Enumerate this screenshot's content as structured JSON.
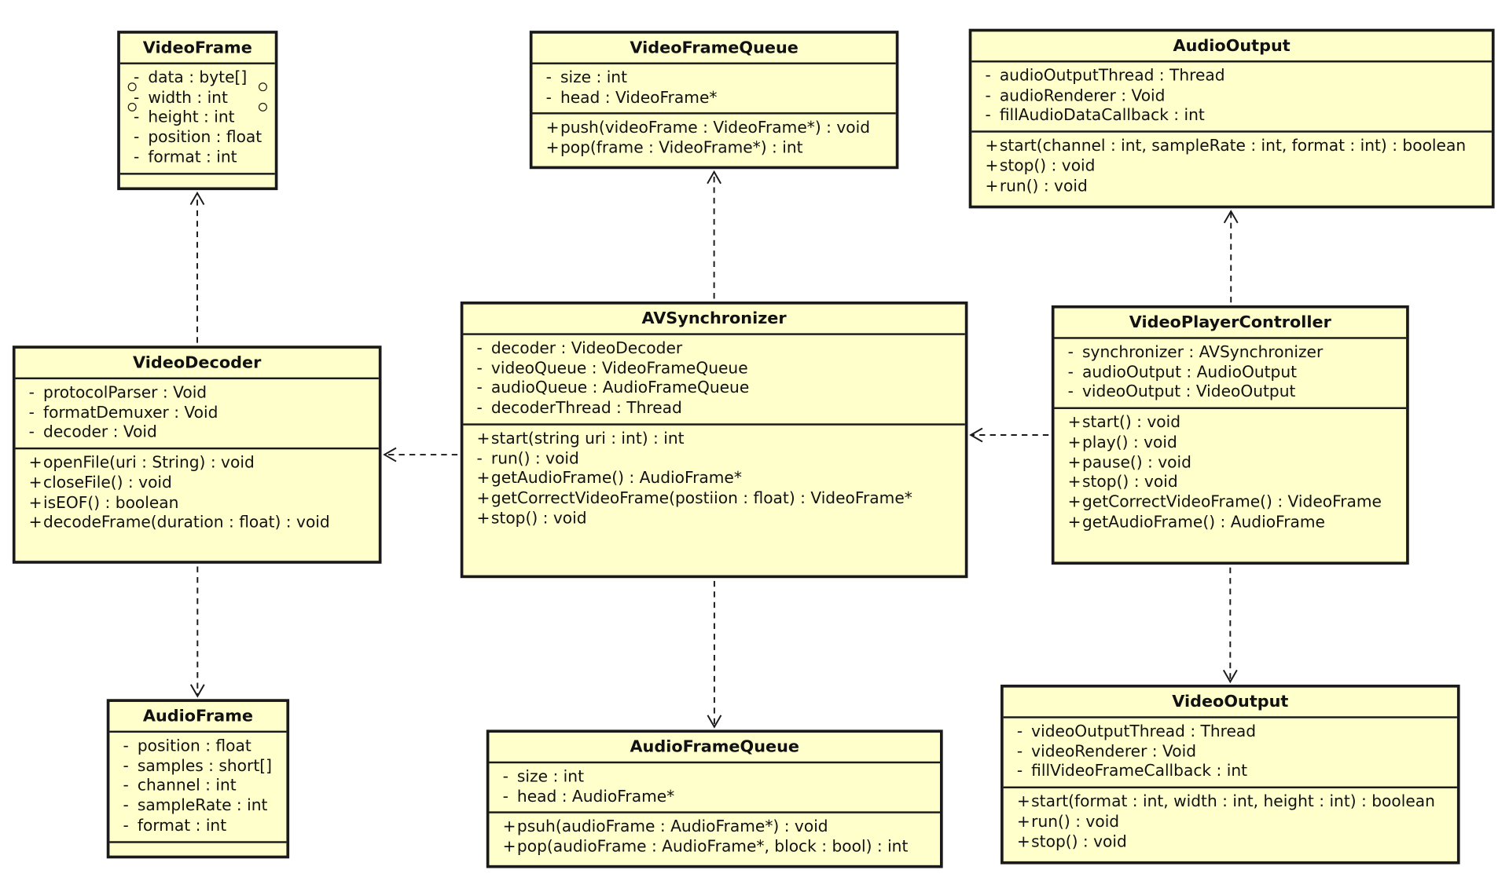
{
  "classes": {
    "video_frame": {
      "name": "VideoFrame",
      "attributes": [
        {
          "vis": "-",
          "text": "data : byte[]"
        },
        {
          "vis": "-",
          "text": "width : int"
        },
        {
          "vis": "-",
          "text": "height : int"
        },
        {
          "vis": "-",
          "text": "position : float"
        },
        {
          "vis": "-",
          "text": "format : int"
        }
      ],
      "operations": []
    },
    "video_frame_queue": {
      "name": "VideoFrameQueue",
      "attributes": [
        {
          "vis": "-",
          "text": "size : int"
        },
        {
          "vis": "-",
          "text": "head : VideoFrame*"
        }
      ],
      "operations": [
        {
          "vis": "+",
          "text": "push(videoFrame : VideoFrame*) : void"
        },
        {
          "vis": "+",
          "text": "pop(frame : VideoFrame*) : int"
        }
      ]
    },
    "audio_output": {
      "name": "AudioOutput",
      "attributes": [
        {
          "vis": "-",
          "text": "audioOutputThread : Thread"
        },
        {
          "vis": "-",
          "text": "audioRenderer : Void"
        },
        {
          "vis": "-",
          "text": "fillAudioDataCallback : int"
        }
      ],
      "operations": [
        {
          "vis": "+",
          "text": "start(channel : int, sampleRate : int, format : int) : boolean"
        },
        {
          "vis": "+",
          "text": "stop() : void"
        },
        {
          "vis": "+",
          "text": "run() : void"
        }
      ]
    },
    "video_decoder": {
      "name": "VideoDecoder",
      "attributes": [
        {
          "vis": "-",
          "text": "protocolParser : Void"
        },
        {
          "vis": "-",
          "text": "formatDemuxer : Void"
        },
        {
          "vis": "-",
          "text": "decoder : Void"
        }
      ],
      "operations": [
        {
          "vis": "+",
          "text": "openFile(uri : String) : void"
        },
        {
          "vis": "+",
          "text": "closeFile() : void"
        },
        {
          "vis": "+",
          "text": "isEOF() : boolean"
        },
        {
          "vis": "+",
          "text": "decodeFrame(duration : float) : void"
        }
      ]
    },
    "av_synchronizer": {
      "name": "AVSynchronizer",
      "attributes": [
        {
          "vis": "-",
          "text": "decoder : VideoDecoder"
        },
        {
          "vis": "-",
          "text": "videoQueue : VideoFrameQueue"
        },
        {
          "vis": "-",
          "text": "audioQueue : AudioFrameQueue"
        },
        {
          "vis": "-",
          "text": "decoderThread : Thread"
        }
      ],
      "operations": [
        {
          "vis": "+",
          "text": "start(string uri : int) : int"
        },
        {
          "vis": "-",
          "text": "run() : void"
        },
        {
          "vis": "+",
          "text": "getAudioFrame() : AudioFrame*"
        },
        {
          "vis": "+",
          "text": "getCorrectVideoFrame(postiion : float) : VideoFrame*"
        },
        {
          "vis": "+",
          "text": "stop() : void"
        }
      ]
    },
    "video_player_controller": {
      "name": "VideoPlayerController",
      "attributes": [
        {
          "vis": "-",
          "text": "synchronizer : AVSynchronizer"
        },
        {
          "vis": "-",
          "text": "audioOutput : AudioOutput"
        },
        {
          "vis": "-",
          "text": "videoOutput : VideoOutput"
        }
      ],
      "operations": [
        {
          "vis": "+",
          "text": "start() : void"
        },
        {
          "vis": "+",
          "text": "play() : void"
        },
        {
          "vis": "+",
          "text": "pause() : void"
        },
        {
          "vis": "+",
          "text": "stop() : void"
        },
        {
          "vis": "+",
          "text": "getCorrectVideoFrame() : VideoFrame"
        },
        {
          "vis": "+",
          "text": "getAudioFrame() : AudioFrame"
        }
      ]
    },
    "audio_frame": {
      "name": "AudioFrame",
      "attributes": [
        {
          "vis": "-",
          "text": "position : float"
        },
        {
          "vis": "-",
          "text": "samples : short[]"
        },
        {
          "vis": "-",
          "text": "channel : int"
        },
        {
          "vis": "-",
          "text": "sampleRate : int"
        },
        {
          "vis": "-",
          "text": "format : int"
        }
      ],
      "operations": []
    },
    "audio_frame_queue": {
      "name": "AudioFrameQueue",
      "attributes": [
        {
          "vis": "-",
          "text": "size : int"
        },
        {
          "vis": "-",
          "text": "head : AudioFrame*"
        }
      ],
      "operations": [
        {
          "vis": "+",
          "text": "psuh(audioFrame : AudioFrame*) : void"
        },
        {
          "vis": "+",
          "text": "pop(audioFrame : AudioFrame*, block : bool) : int"
        }
      ]
    },
    "video_output": {
      "name": "VideoOutput",
      "attributes": [
        {
          "vis": "-",
          "text": "videoOutputThread : Thread"
        },
        {
          "vis": "-",
          "text": "videoRenderer : Void"
        },
        {
          "vis": "-",
          "text": "fillVideoFrameCallback : int"
        }
      ],
      "operations": [
        {
          "vis": "+",
          "text": "start(format : int, width : int, height : int) : boolean"
        },
        {
          "vis": "+",
          "text": "run() : void"
        },
        {
          "vis": "+",
          "text": "stop() : void"
        }
      ]
    }
  },
  "dependencies": [
    {
      "from": "video_decoder",
      "to": "video_frame"
    },
    {
      "from": "video_decoder",
      "to": "audio_frame"
    },
    {
      "from": "av_synchronizer",
      "to": "video_decoder"
    },
    {
      "from": "av_synchronizer",
      "to": "video_frame_queue"
    },
    {
      "from": "av_synchronizer",
      "to": "audio_frame_queue"
    },
    {
      "from": "video_player_controller",
      "to": "av_synchronizer"
    },
    {
      "from": "video_player_controller",
      "to": "audio_output"
    },
    {
      "from": "video_player_controller",
      "to": "video_output"
    }
  ],
  "style": {
    "box_fill": "#ffffcc",
    "border_color": "#1a1a1a"
  }
}
